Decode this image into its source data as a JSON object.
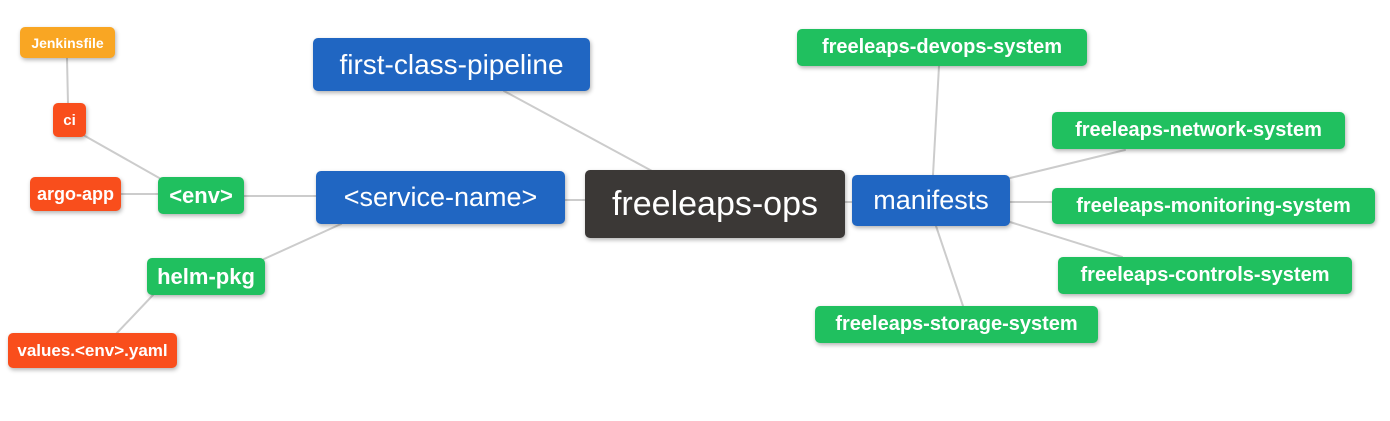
{
  "colors": {
    "background": "#FFFFFF",
    "text": "#FFFFFF",
    "edge": "#CCCCCC",
    "blue": "#2066C2",
    "dark": "#3B3836",
    "green": "#20C05F",
    "orange": "#F9A623",
    "red": "#F94E1C"
  },
  "nodes": [
    {
      "id": "jenkinsfile",
      "label": "Jenkinsfile",
      "color": "orange"
    },
    {
      "id": "ci",
      "label": "ci",
      "color": "red"
    },
    {
      "id": "argo-app",
      "label": "argo-app",
      "color": "red"
    },
    {
      "id": "env",
      "label": "<env>",
      "color": "green"
    },
    {
      "id": "helm-pkg",
      "label": "helm-pkg",
      "color": "green"
    },
    {
      "id": "values-env-yaml",
      "label": "values.<env>.yaml",
      "color": "red"
    },
    {
      "id": "first-class-pipeline",
      "label": "first-class-pipeline",
      "color": "blue"
    },
    {
      "id": "service-name",
      "label": "<service-name>",
      "color": "blue"
    },
    {
      "id": "freeleaps-ops",
      "label": "freeleaps-ops",
      "color": "dark"
    },
    {
      "id": "manifests",
      "label": "manifests",
      "color": "blue"
    },
    {
      "id": "freeleaps-devops-system",
      "label": "freeleaps-devops-system",
      "color": "green"
    },
    {
      "id": "freeleaps-network-system",
      "label": "freeleaps-network-system",
      "color": "green"
    },
    {
      "id": "freeleaps-monitoring-system",
      "label": "freeleaps-monitoring-system",
      "color": "green"
    },
    {
      "id": "freeleaps-controls-system",
      "label": "freeleaps-controls-system",
      "color": "green"
    },
    {
      "id": "freeleaps-storage-system",
      "label": "freeleaps-storage-system",
      "color": "green"
    }
  ],
  "edges": [
    {
      "from": "jenkinsfile",
      "to": "ci"
    },
    {
      "from": "ci",
      "to": "env"
    },
    {
      "from": "argo-app",
      "to": "env"
    },
    {
      "from": "env",
      "to": "service-name"
    },
    {
      "from": "service-name",
      "to": "helm-pkg"
    },
    {
      "from": "helm-pkg",
      "to": "values-env-yaml"
    },
    {
      "from": "first-class-pipeline",
      "to": "freeleaps-ops"
    },
    {
      "from": "service-name",
      "to": "freeleaps-ops"
    },
    {
      "from": "freeleaps-ops",
      "to": "manifests"
    },
    {
      "from": "manifests",
      "to": "freeleaps-devops-system"
    },
    {
      "from": "manifests",
      "to": "freeleaps-network-system"
    },
    {
      "from": "manifests",
      "to": "freeleaps-monitoring-system"
    },
    {
      "from": "manifests",
      "to": "freeleaps-controls-system"
    },
    {
      "from": "manifests",
      "to": "freeleaps-storage-system"
    }
  ]
}
